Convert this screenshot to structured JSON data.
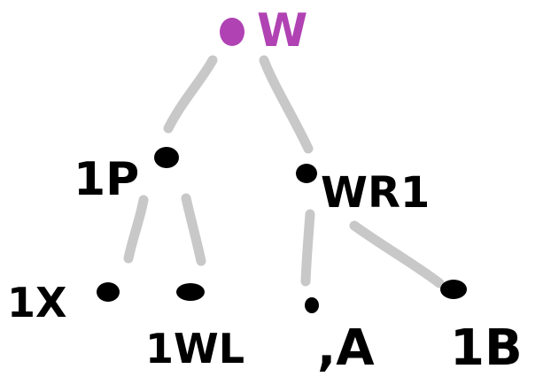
{
  "tree": {
    "root": {
      "label": "W",
      "color": "#b042b3"
    },
    "nodes": {
      "p": {
        "label": "1P"
      },
      "wr": {
        "label": "WR1"
      },
      "x": {
        "label": "1X"
      },
      "wl": {
        "label": "1WL"
      },
      "a": {
        "label": ",A"
      },
      "b": {
        "label": "1B"
      }
    },
    "edges": [
      {
        "from": "root",
        "to": "p"
      },
      {
        "from": "root",
        "to": "wr"
      },
      {
        "from": "p",
        "to": "x"
      },
      {
        "from": "p",
        "to": "wl"
      },
      {
        "from": "wr",
        "to": "a"
      },
      {
        "from": "wr",
        "to": "b"
      }
    ],
    "edge_color": "#c8c8c8",
    "node_color": "#000000"
  }
}
